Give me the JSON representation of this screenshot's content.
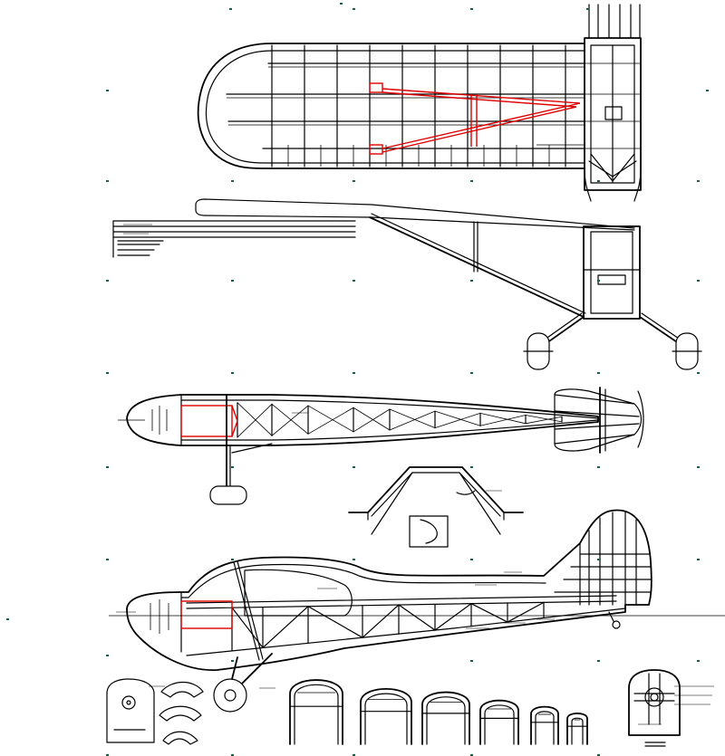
{
  "drawing": {
    "views": [
      "wing-top-view",
      "wing-strut-front-view",
      "fuselage-top-view",
      "cowl-sections",
      "fuselage-side-view",
      "bulkhead-formers",
      "firewall-detail"
    ],
    "colors": {
      "outline": "#000000",
      "highlight": "#e00000",
      "marker": "#0a6b3a",
      "background": "#ffffff"
    },
    "formers_count": 7
  }
}
